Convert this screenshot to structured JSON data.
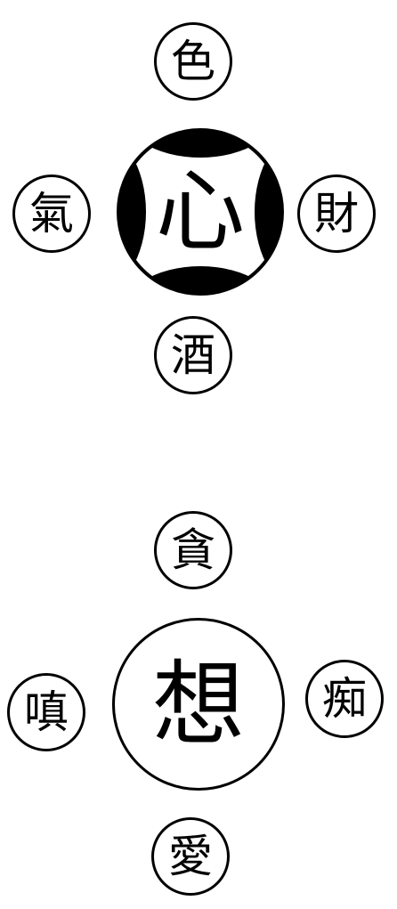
{
  "diagram_top": {
    "center": "心",
    "top": "色",
    "left": "氣",
    "right": "財",
    "bottom": "酒"
  },
  "diagram_bottom": {
    "center": "想",
    "top": "貪",
    "left": "嗔",
    "right": "痴",
    "bottom": "愛"
  },
  "colors": {
    "ink": "#000000",
    "paper": "#ffffff"
  }
}
